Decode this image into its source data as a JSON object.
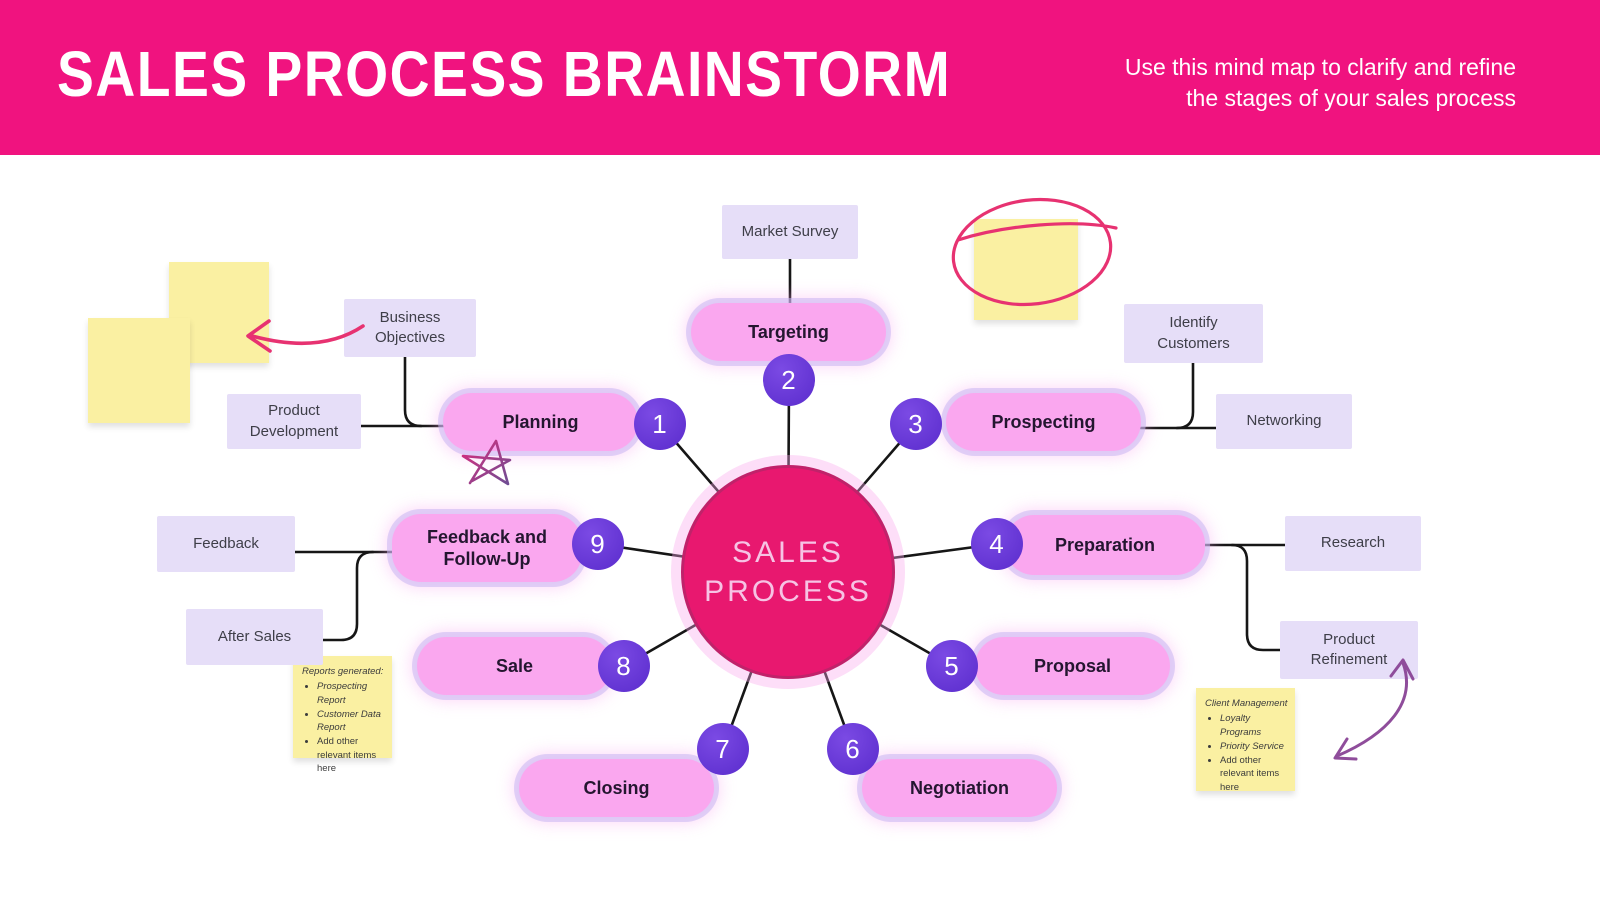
{
  "header": {
    "title": "SALES PROCESS BRAINSTORM",
    "subtitle_line1": "Use this mind map to clarify and refine",
    "subtitle_line2": "the stages of your sales process"
  },
  "center": {
    "line1": "SALES",
    "line2": "PROCESS"
  },
  "topics": [
    {
      "number": "1",
      "label": "Planning"
    },
    {
      "number": "2",
      "label": "Targeting"
    },
    {
      "number": "3",
      "label": "Prospecting"
    },
    {
      "number": "4",
      "label": "Preparation"
    },
    {
      "number": "5",
      "label": "Proposal"
    },
    {
      "number": "6",
      "label": "Negotiation"
    },
    {
      "number": "7",
      "label": "Closing"
    },
    {
      "number": "8",
      "label": "Sale"
    },
    {
      "number": "9",
      "label": "Feedback and Follow-Up"
    }
  ],
  "subtopics": [
    {
      "label": "Market Survey"
    },
    {
      "label": "Business Objectives"
    },
    {
      "label": "Product Development"
    },
    {
      "label": "Identify Customers"
    },
    {
      "label": "Networking"
    },
    {
      "label": "Research"
    },
    {
      "label": "Product Refinement"
    },
    {
      "label": "Feedback"
    },
    {
      "label": "After Sales"
    }
  ],
  "sticky_notes": {
    "reports": {
      "title": "Reports generated:",
      "items": [
        "Prospecting Report",
        "Customer Data Report",
        "Add other relevant items here"
      ]
    },
    "client": {
      "title": "Client Management",
      "items": [
        "Loyalty Programs",
        "Priority Service",
        "Add other relevant items here"
      ]
    }
  },
  "colors": {
    "header_bg": "#F0137F",
    "center_circle": "#E8186F",
    "topic_fill": "#FAA7EF",
    "topic_halo": "#C9B7F3",
    "subtopic_fill": "#E6DEF8",
    "badge_fill": "#6B3BD9",
    "sticky_note": "#FAF0A2",
    "doodle_pink": "#E73271",
    "doodle_purple": "#8F4D9B",
    "connector": "#161616"
  }
}
